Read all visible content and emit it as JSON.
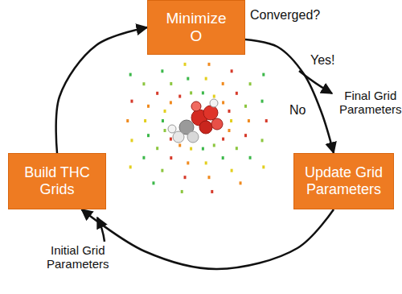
{
  "diagram": {
    "nodes": [
      {
        "text": [
          "Minimize O"
        ]
      },
      {
        "text": [
          "Build THC Grids"
        ]
      },
      {
        "text": [
          "Update Grid Parameters"
        ]
      }
    ],
    "edges": [
      {
        "from": 0,
        "to": 2,
        "label": "No",
        "arrow": "to"
      },
      {
        "from": 2,
        "to": 1,
        "arrow": "to"
      },
      {
        "from": 1,
        "to": 0,
        "arrow": "to"
      }
    ],
    "labels": [
      "Converged?",
      "Yes!",
      "Final Grid Parameters",
      "Initial Grid Parameters"
    ]
  }
}
